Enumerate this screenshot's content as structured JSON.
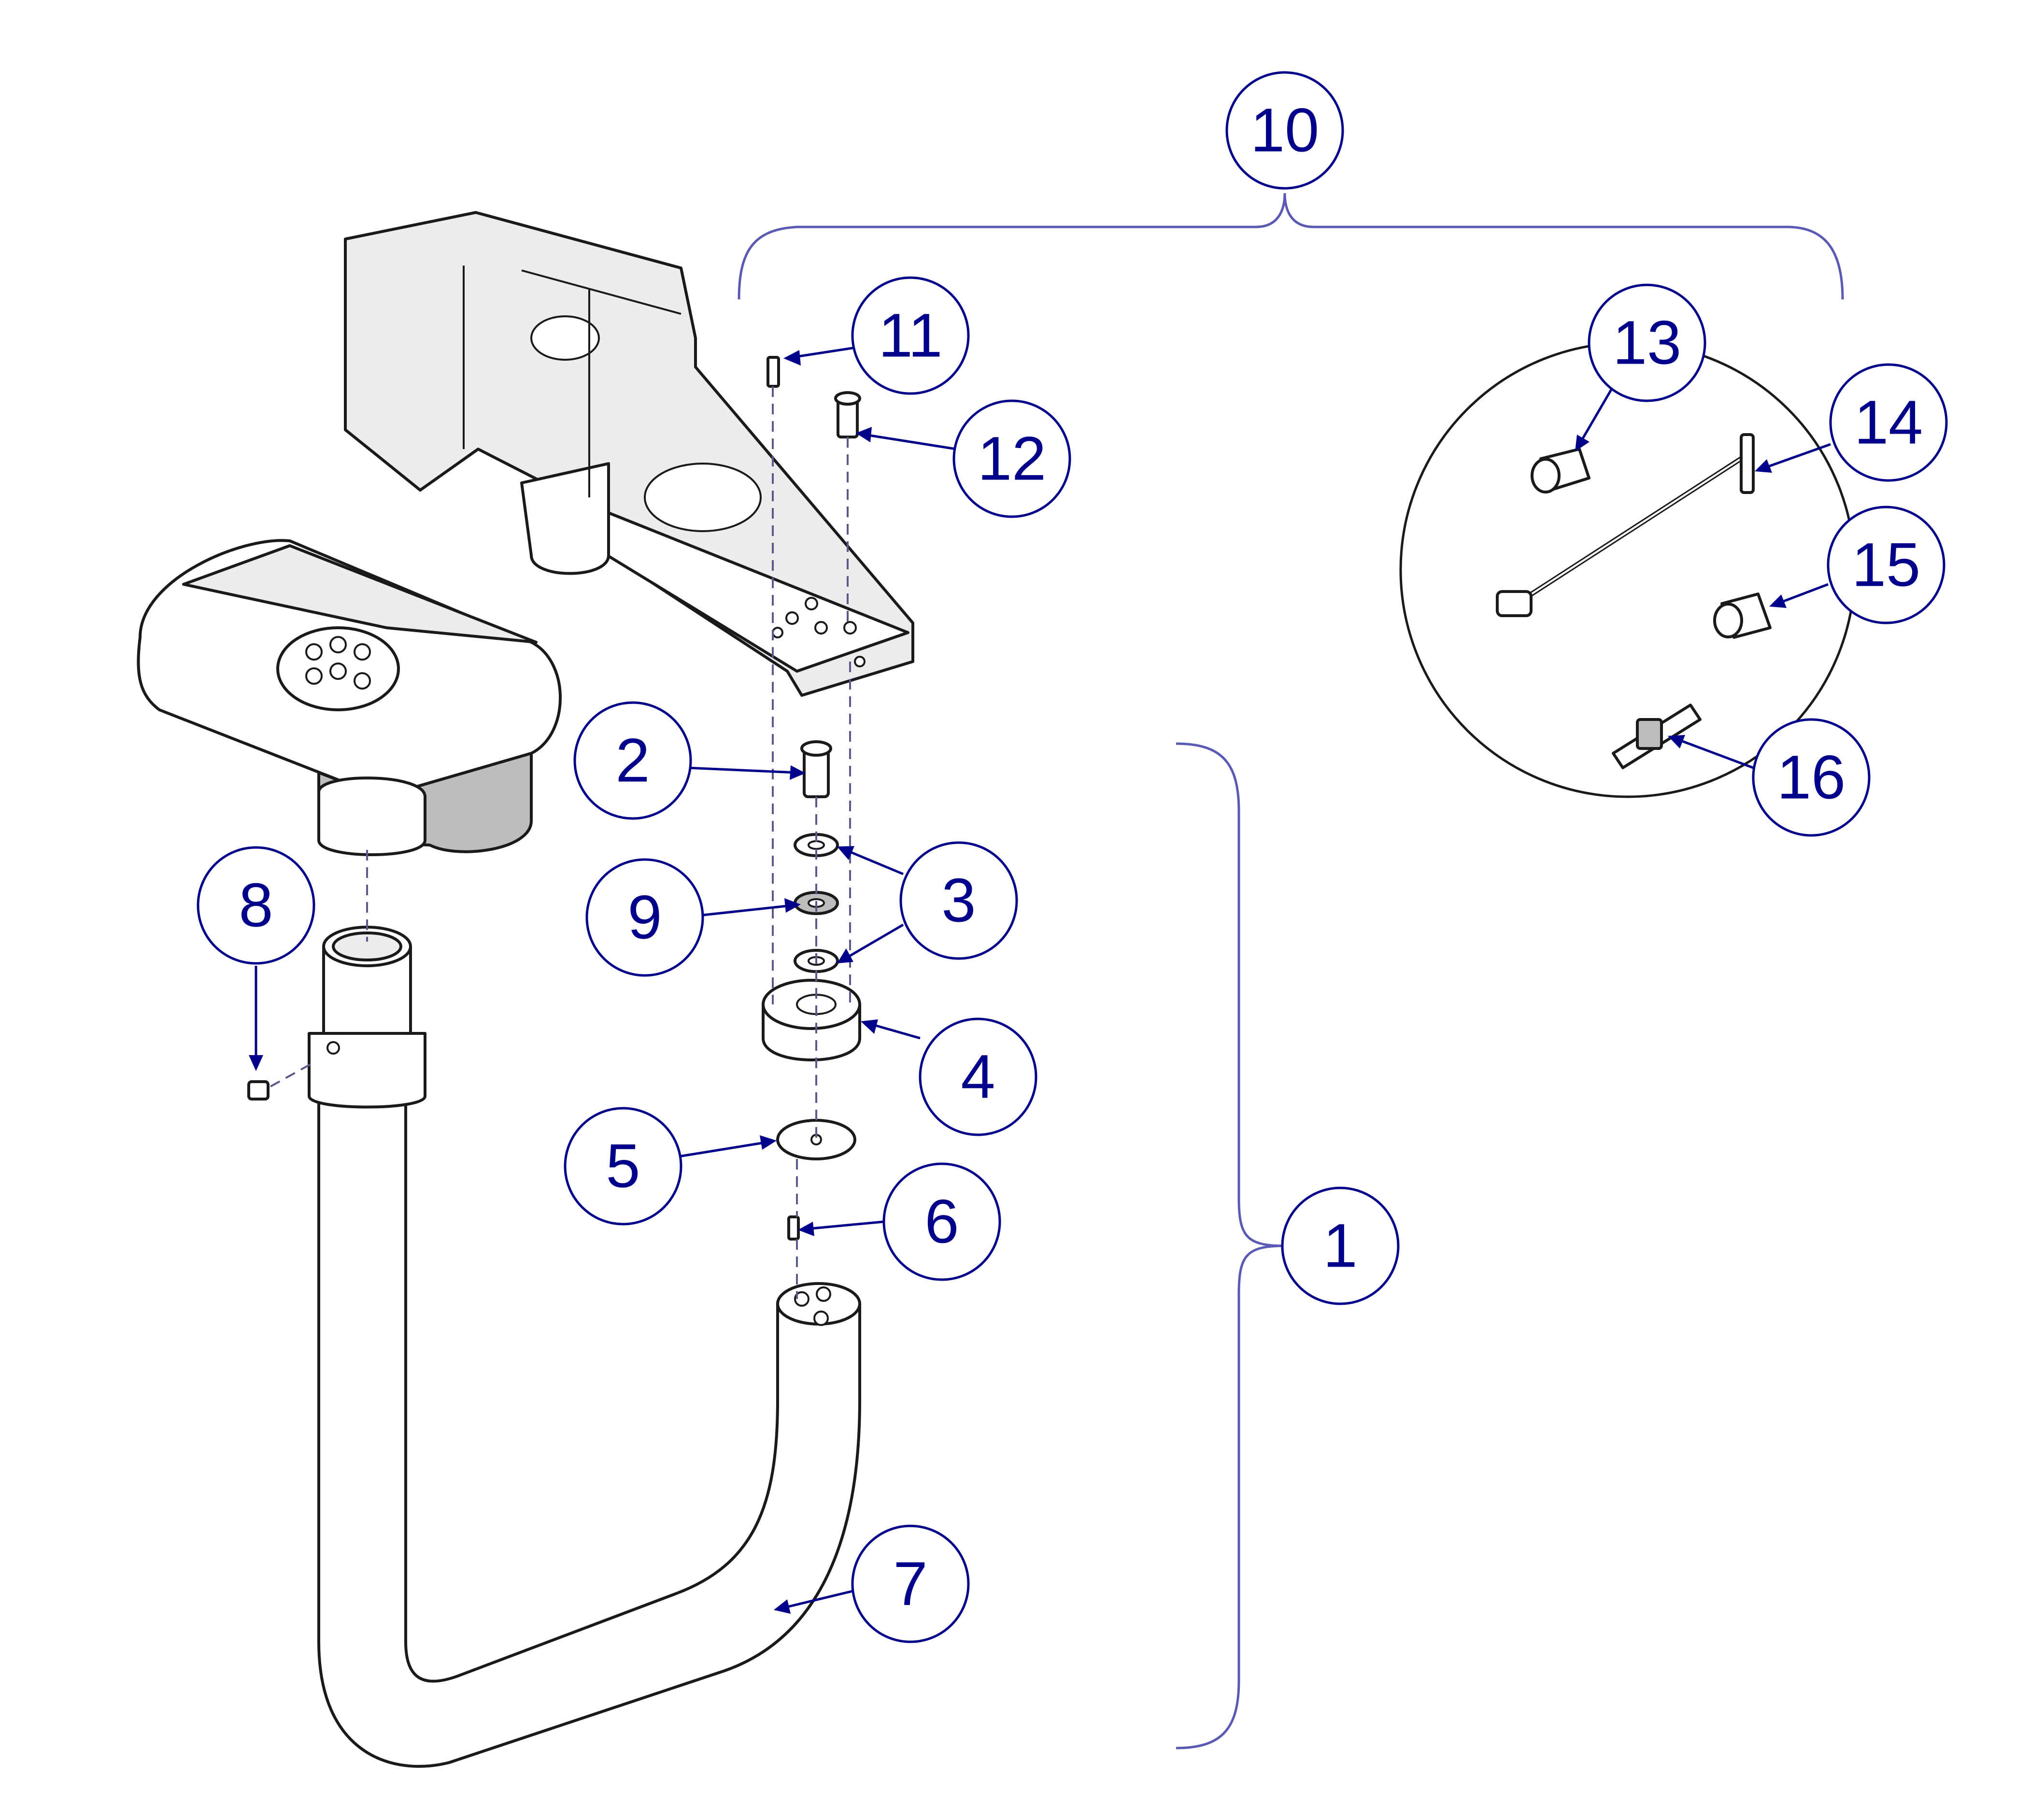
{
  "diagram": {
    "callouts": [
      {
        "id": "c1",
        "label": "1"
      },
      {
        "id": "c2",
        "label": "2"
      },
      {
        "id": "c3",
        "label": "3"
      },
      {
        "id": "c4",
        "label": "4"
      },
      {
        "id": "c5",
        "label": "5"
      },
      {
        "id": "c6",
        "label": "6"
      },
      {
        "id": "c7",
        "label": "7"
      },
      {
        "id": "c8",
        "label": "8"
      },
      {
        "id": "c9",
        "label": "9"
      },
      {
        "id": "c10",
        "label": "10"
      },
      {
        "id": "c11",
        "label": "11"
      },
      {
        "id": "c12",
        "label": "12"
      },
      {
        "id": "c13",
        "label": "13"
      },
      {
        "id": "c14",
        "label": "14"
      },
      {
        "id": "c15",
        "label": "15"
      },
      {
        "id": "c16",
        "label": "16"
      }
    ],
    "colors": {
      "callout": "#00008b",
      "bracket": "#5a5ab4",
      "line_art": "#1a1a1a",
      "panel_fill": "#ececec"
    }
  }
}
